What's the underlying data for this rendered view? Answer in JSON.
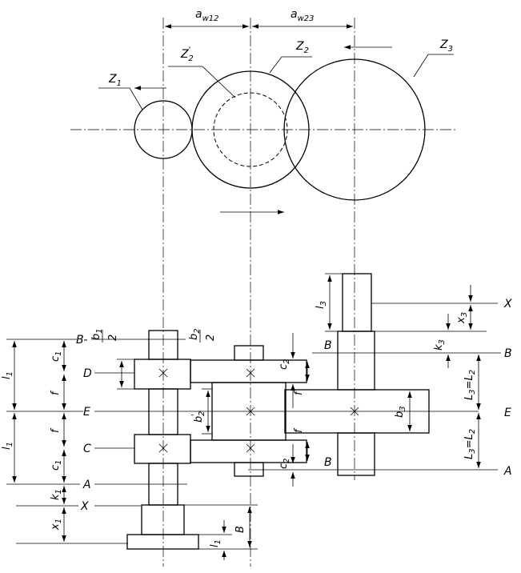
{
  "top_view": {
    "aw12": "a",
    "aw12_sub": "w12",
    "aw23": "a",
    "aw23_sub": "w23",
    "z1": "Z",
    "z1_sub": "1",
    "z2p": "Z",
    "z2p_sup": "'",
    "z2p_sub": "2",
    "z2": "Z",
    "z2_sub": "2",
    "z3": "Z",
    "z3_sub": "3"
  },
  "section_letters": {
    "A": "A",
    "B": "B",
    "C": "C",
    "D": "D",
    "E": "E",
    "X": "X"
  },
  "dims": {
    "l1": "l",
    "l1_sub": "1",
    "c1": "c",
    "c1_sub": "1",
    "f": "f",
    "k1": "k",
    "k1_sub": "1",
    "x1": "x",
    "x1_sub": "1",
    "b1": "b",
    "b1_sub": "1",
    "two": "2",
    "b2": "b",
    "b2_sub": "2",
    "b2p": "b",
    "b2p_sub": "2",
    "b2p_sup": "'",
    "c2": "c",
    "c2_sub": "2",
    "b3": "b",
    "b3_sub": "3",
    "l3": "l",
    "l3_sub": "3",
    "x3": "x",
    "x3_sub": "3",
    "k3": "k",
    "k3_sub": "3",
    "L3L2": "L",
    "L3L2_sub3": "3",
    "L3L2_eq": "=L",
    "L3L2_sub2": "2",
    "B": "B"
  }
}
